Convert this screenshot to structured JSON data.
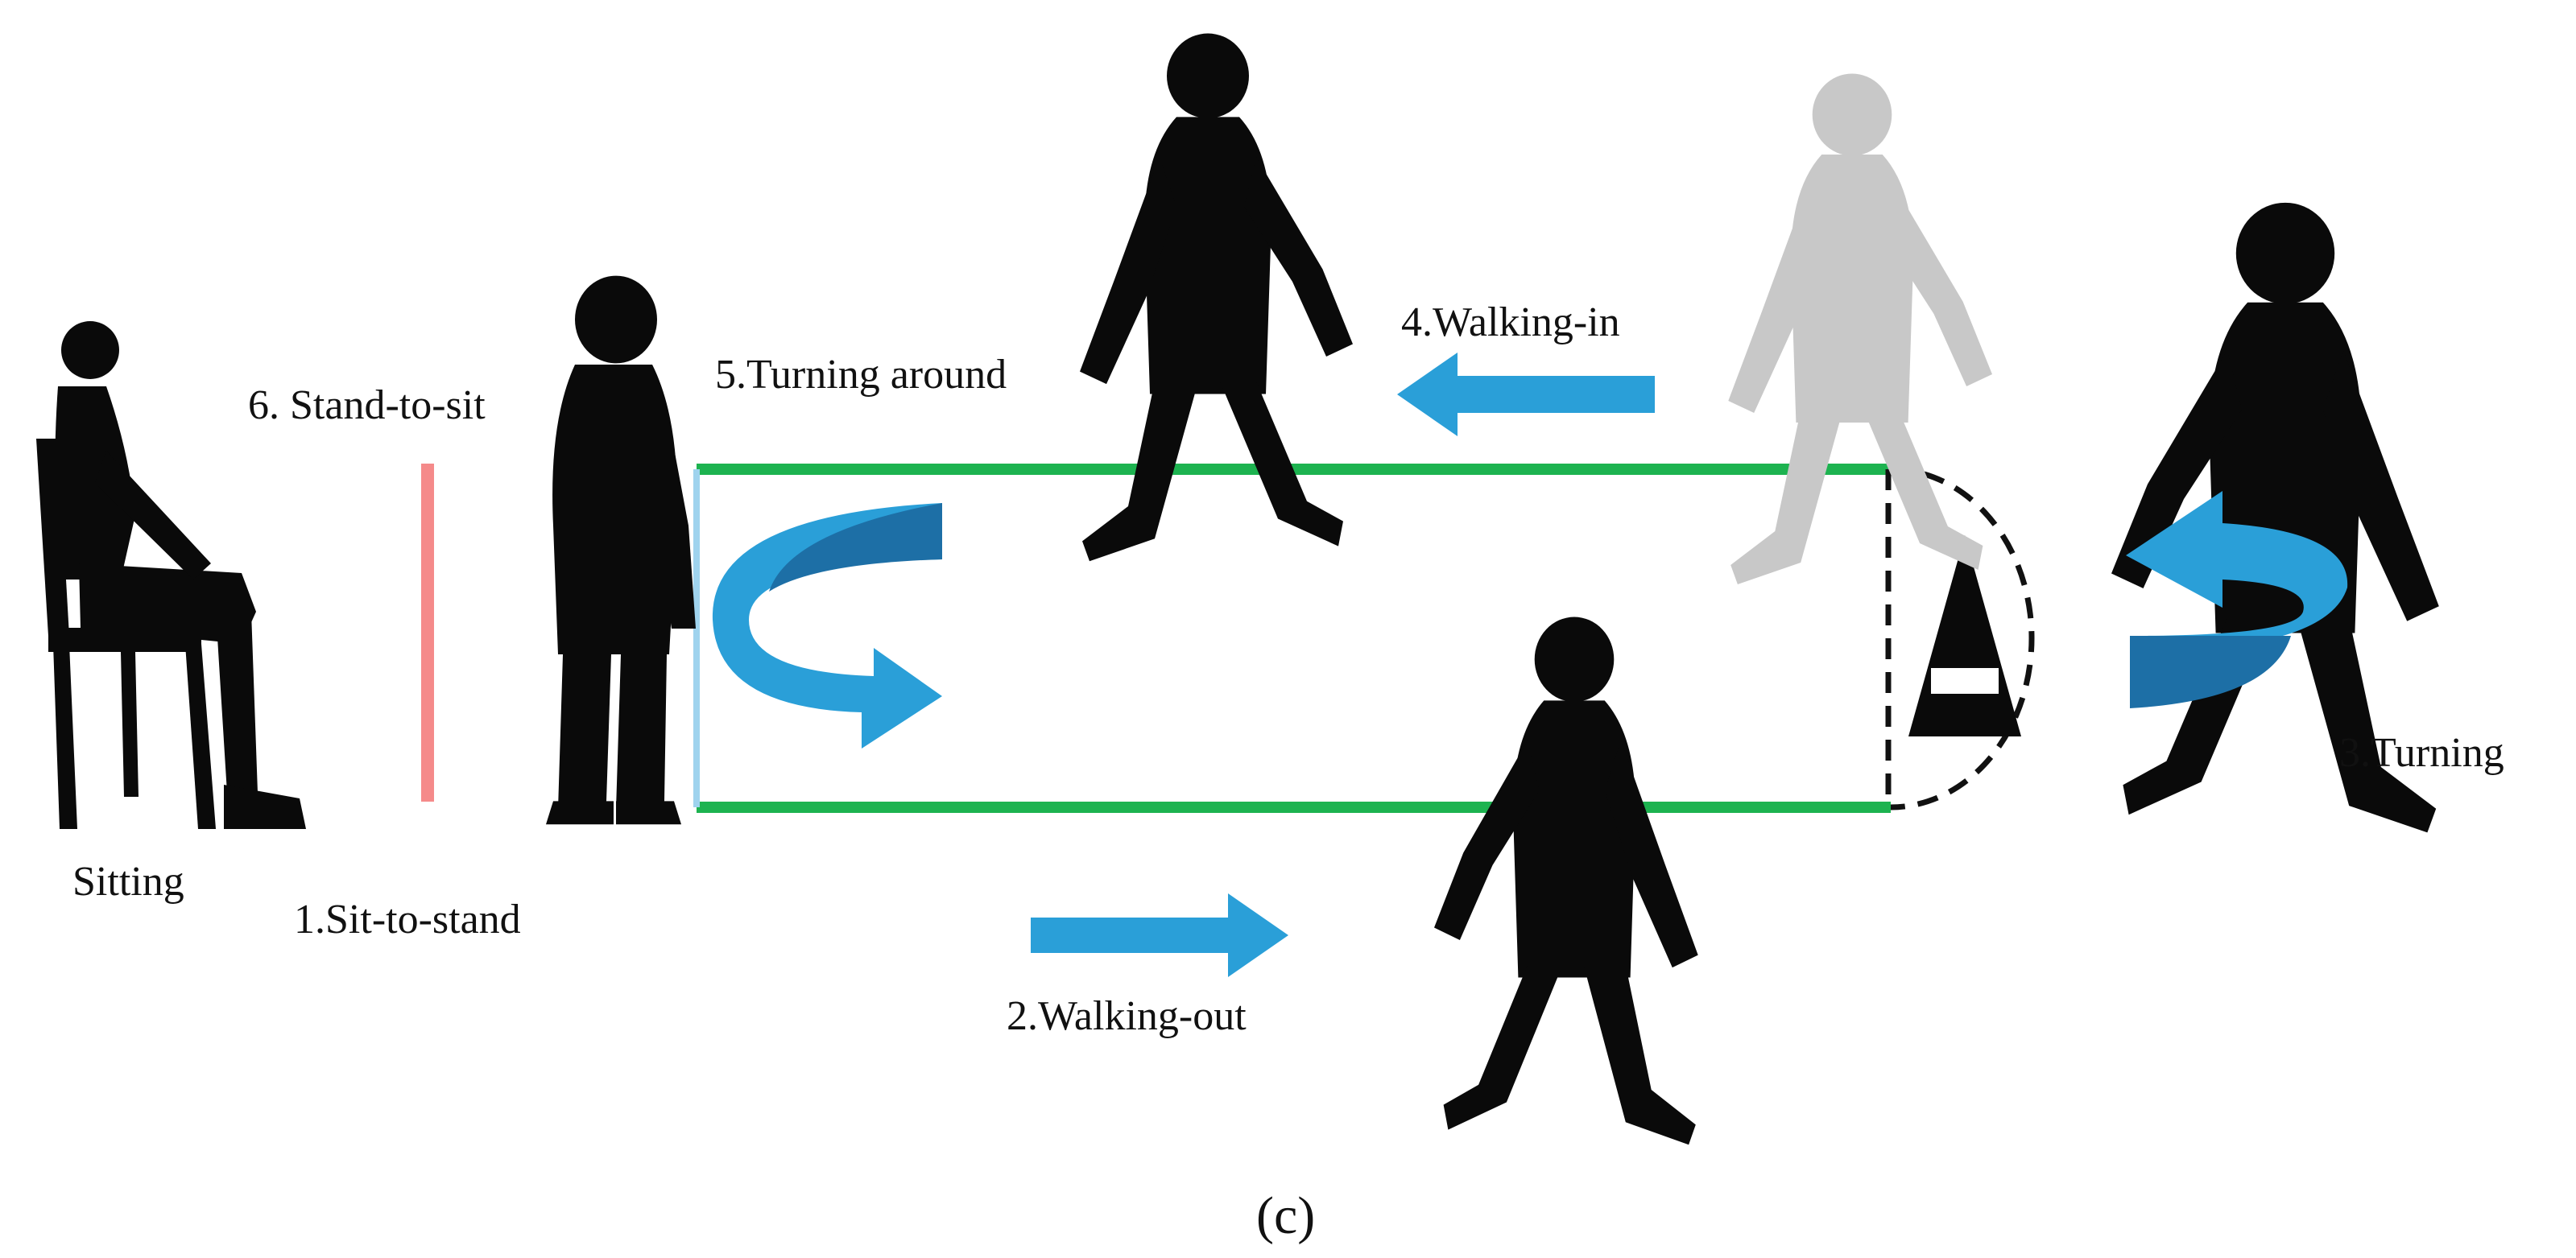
{
  "labels": {
    "sitting": "Sitting",
    "sit_to_stand": "1.Sit-to-stand",
    "walking_out": "2.Walking-out",
    "turning": "3.Turning",
    "walking_in": "4.Walking-in",
    "turning_around": "5.Turning around",
    "stand_to_sit": "6. Stand-to-sit"
  },
  "caption": "(c)",
  "colors": {
    "walkway": "#1db350",
    "arrow": "#2a9fd8",
    "arrow_dark": "#1d6fa6",
    "start_line": "#f58a8a",
    "return_line": "#9fd3ee",
    "silhouette": "#0a0a0a",
    "faded_silhouette": "#c8c8c8"
  }
}
